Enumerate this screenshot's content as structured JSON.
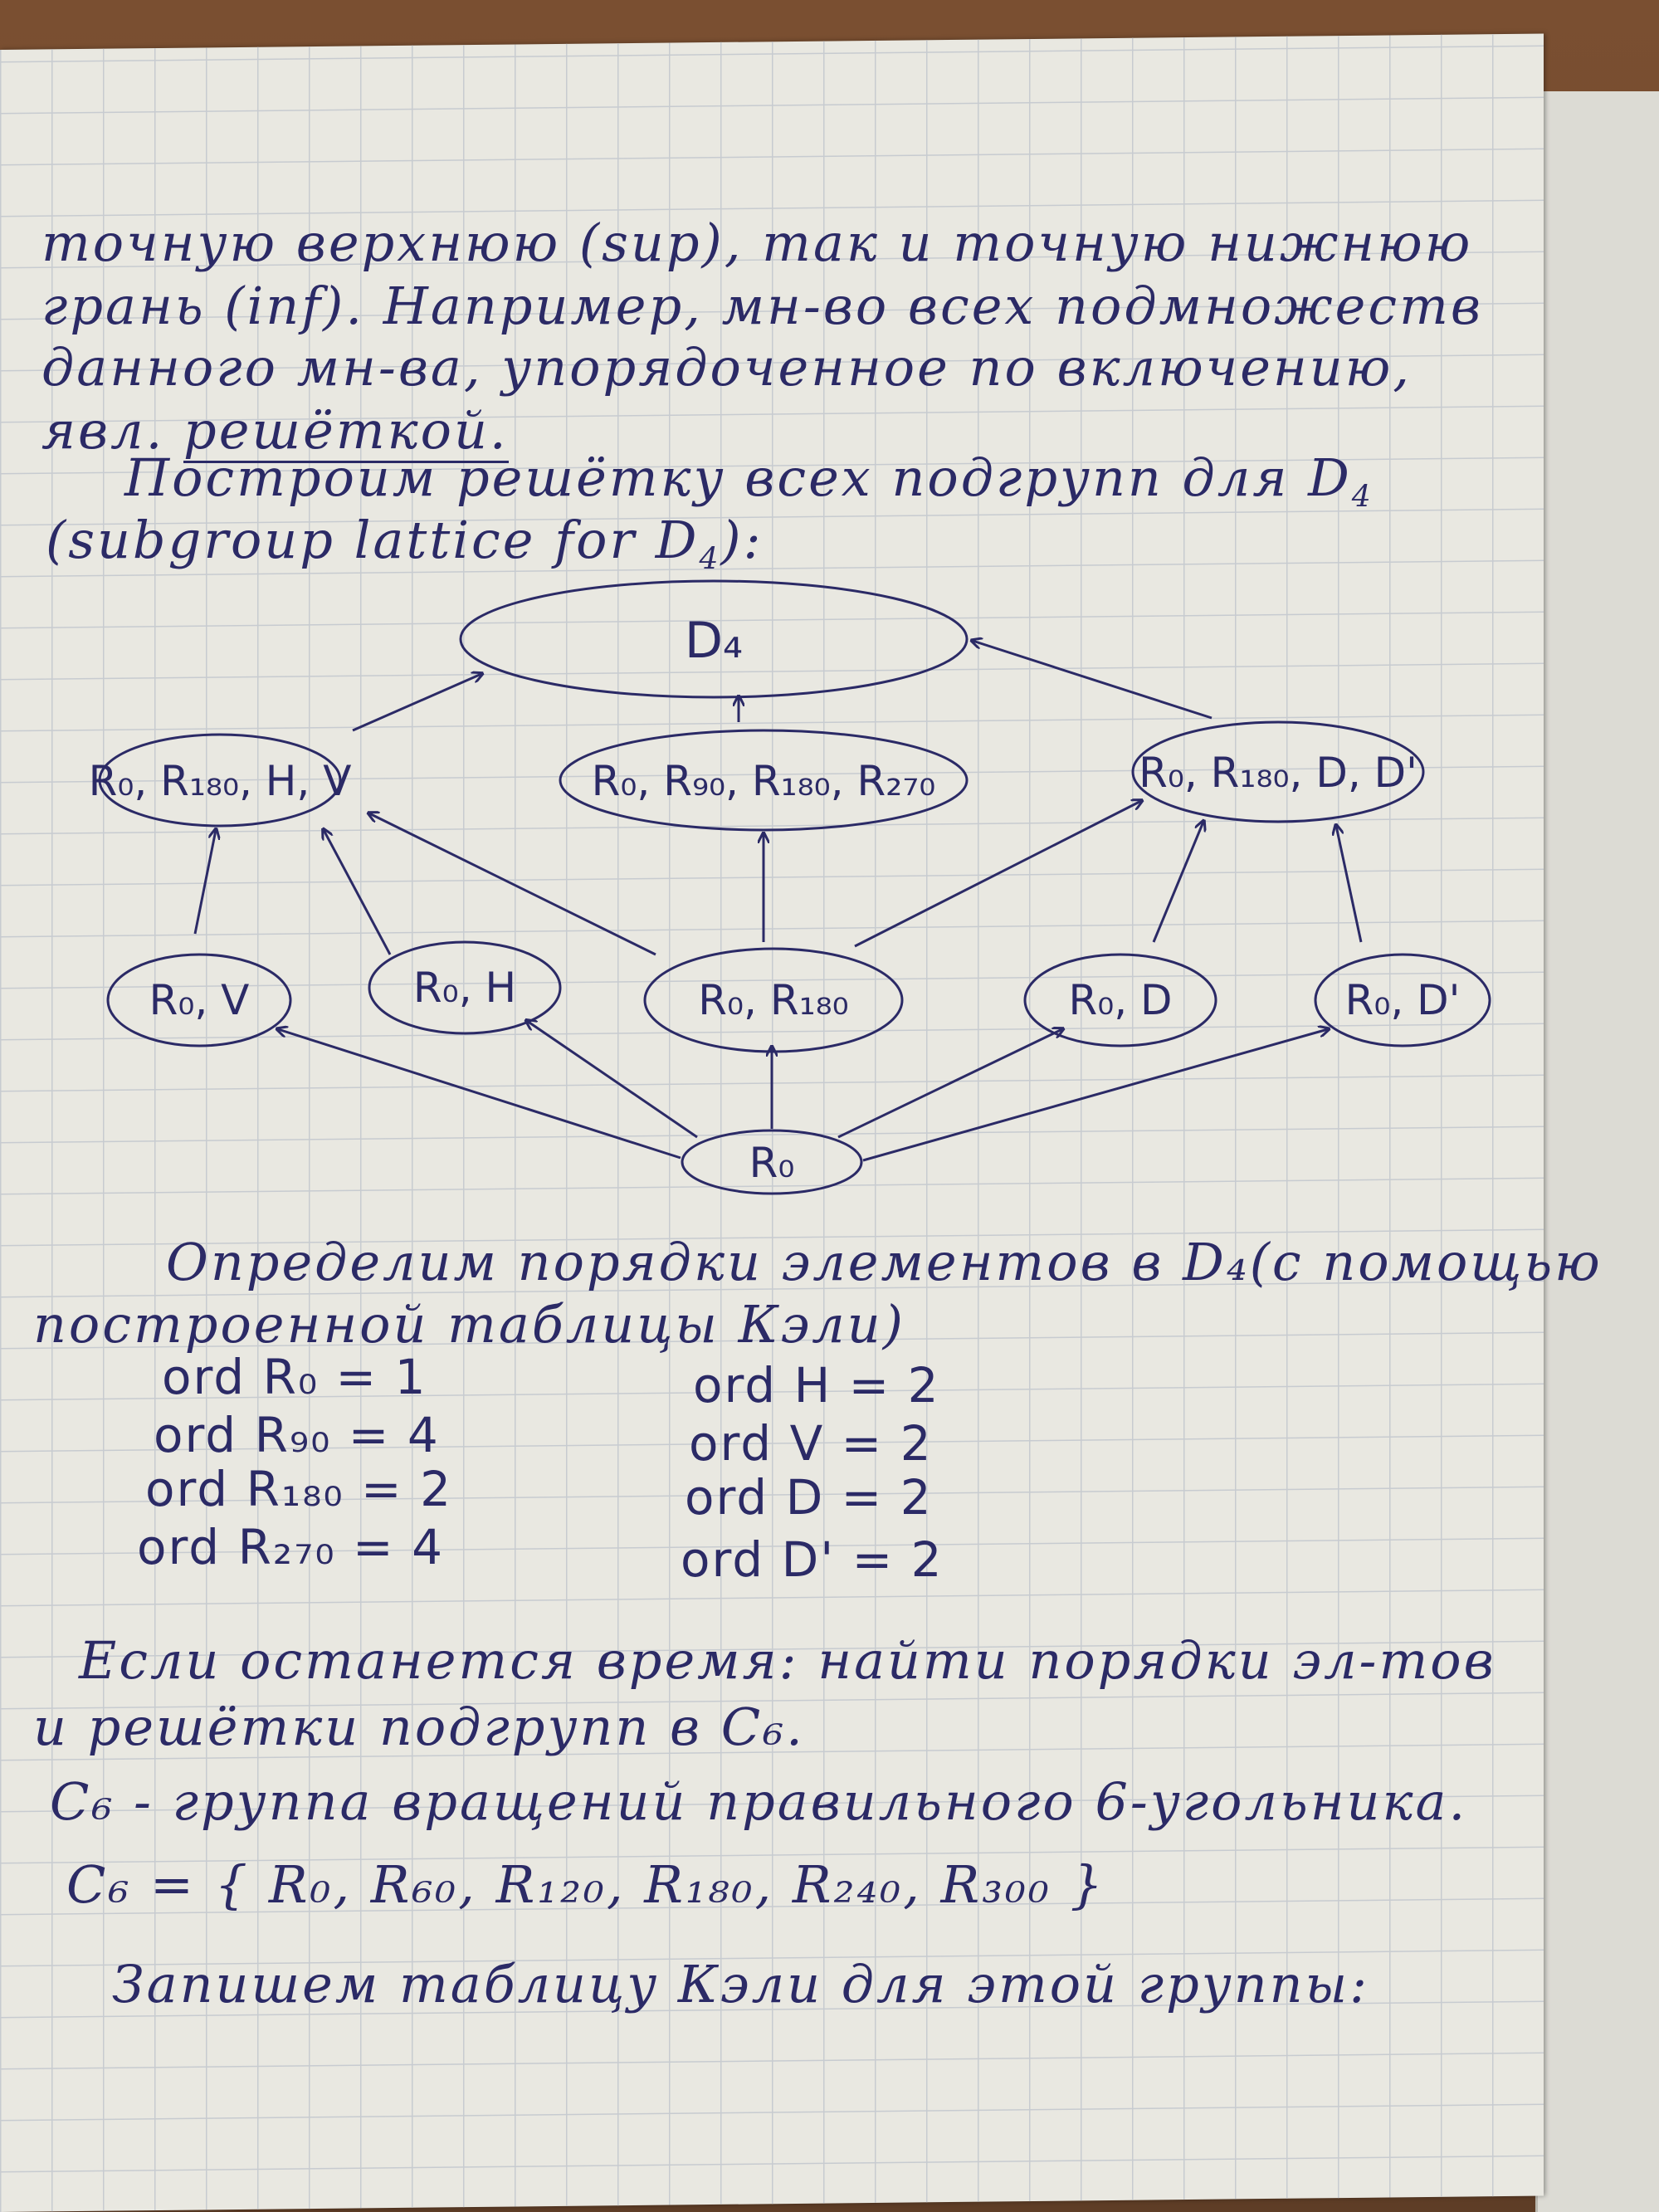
{
  "paragraph1": {
    "line1": "точную верхнюю (sup), так и точную нижнюю",
    "line2": "грань (inf). Например, мн-во всех подмножеств",
    "line3": "данного мн-ва, упорядоченное по включению,",
    "line4_prefix": "явл.",
    "line4_term": "решёткой."
  },
  "paragraph2": {
    "line1": "Построим решётку всех подгрупп для D",
    "line1_sub": "4",
    "line2": "(subgroup lattice for D",
    "line2_sub": "4",
    "line2_end": "):"
  },
  "lattice": {
    "top": "D₄",
    "level2": [
      "R₀, R₁₈₀, H, V",
      "R₀, R₉₀, R₁₈₀, R₂₇₀",
      "R₀, R₁₈₀, D, D'"
    ],
    "level3": [
      "R₀, V",
      "R₀, H",
      "R₀, R₁₈₀",
      "R₀, D",
      "R₀, D'"
    ],
    "bottom": "R₀"
  },
  "paragraph3": {
    "line1": "Определим порядки элементов в D₄(с помощью",
    "line2": "построенной таблицы Кэли)"
  },
  "orders_left": [
    "ord R₀ = 1",
    "ord R₉₀ = 4",
    "ord R₁₈₀ = 2",
    "ord R₂₇₀ = 4"
  ],
  "orders_right": [
    "ord H = 2",
    "ord V = 2",
    "ord D = 2",
    "ord D' = 2"
  ],
  "paragraph4": {
    "line1": "Если останется время: найти порядки эл-тов",
    "line2": "и решётки подгрупп в C₆.",
    "line3": "C₆ - группа вращений правильного 6-угольника.",
    "line4": "C₆ = { R₀, R₆₀, R₁₂₀, R₁₈₀, R₂₄₀, R₃₀₀ }",
    "line5": "Запишем таблицу Кэли для этой группы:"
  }
}
